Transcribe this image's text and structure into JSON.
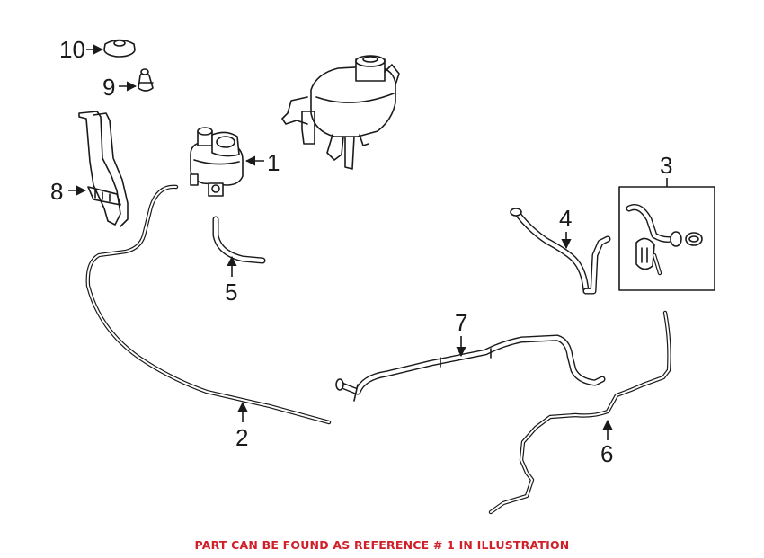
{
  "callouts": {
    "part_1": "1",
    "part_2": "2",
    "part_3": "3",
    "part_4": "4",
    "part_5": "5",
    "part_6": "6",
    "part_7": "7",
    "part_8": "8",
    "part_9": "9",
    "part_10": "10"
  },
  "footer": {
    "note": "PART CAN BE FOUND AS REFERENCE # 1 IN ILLUSTRATION",
    "color": "#d0202a"
  }
}
